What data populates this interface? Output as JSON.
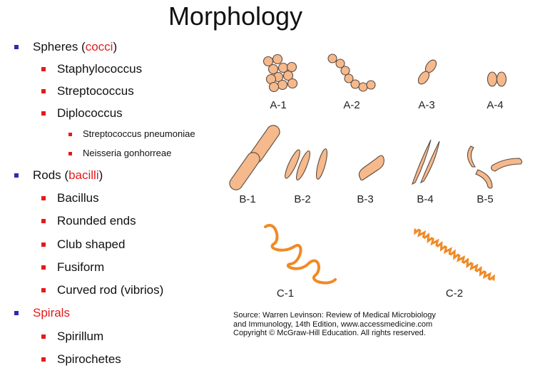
{
  "title": "Morphology",
  "bullets": {
    "spheres": {
      "label": "Spheres (",
      "emph": "cocci",
      "close": ")"
    },
    "staphylococcus": "Staphylococcus",
    "streptococcus": "Streptococcus",
    "diplococcus": "Diplococcus",
    "strep_pneumoniae": "Streptococcus pneumoniae",
    "neisseria": "Neisseria gonhorreae",
    "rods": {
      "label": "Rods (",
      "emph": "bacilli",
      "close": ")"
    },
    "bacillus": "Bacillus",
    "rounded_ends": "Rounded ends",
    "club_shaped": "Club shaped",
    "fusiform": "Fusiform",
    "curved_rod": "Curved rod (vibrios)",
    "spirals": "Spirals",
    "spirillum": "Spirillum",
    "spirochetes": "Spirochetes"
  },
  "figure": {
    "labels": {
      "a1": "A-1",
      "a2": "A-2",
      "a3": "A-3",
      "a4": "A-4",
      "b1": "B-1",
      "b2": "B-2",
      "b3": "B-3",
      "b4": "B-4",
      "b5": "B-5",
      "c1": "C-1",
      "c2": "C-2"
    },
    "source": [
      "Source: Warren Levinson: Review of Medical Microbiology",
      "and Immunology, 14th Edition, www.accessmedicine.com",
      "Copyright © McGraw-Hill Education. All rights reserved."
    ]
  },
  "colors": {
    "level1_bullet": "#2b2bb5",
    "level2_bullet": "#e21b1b",
    "emphasis": "#e21b1b",
    "cell_fill": "#f5b98c",
    "cell_stroke": "#5a4a40",
    "spiral": "#f08a26"
  }
}
